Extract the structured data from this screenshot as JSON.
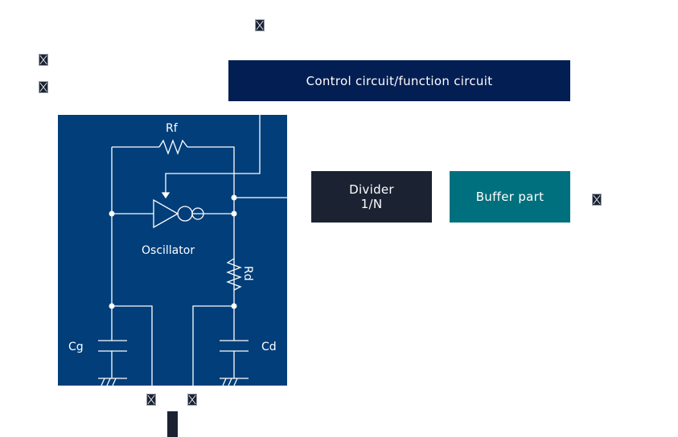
{
  "diagram": {
    "title": "Crystal oscillator block diagram",
    "blocks": {
      "control": "Control circuit/function circuit",
      "divider_line1": "Divider",
      "divider_line2": "1/N",
      "buffer": "Buffer part",
      "oscillator_label": "Oscillator"
    },
    "components": {
      "rf": "Rf",
      "rd": "Rd",
      "cg": "Cg",
      "cd": "Cd"
    },
    "colors": {
      "control_block": "#021e52",
      "oscillator_block": "#023e7a",
      "divider_block": "#1b2333",
      "buffer_block": "#00707e",
      "wire": "#ffffff"
    },
    "placeholder_glyph": "missing-glyph-box"
  }
}
